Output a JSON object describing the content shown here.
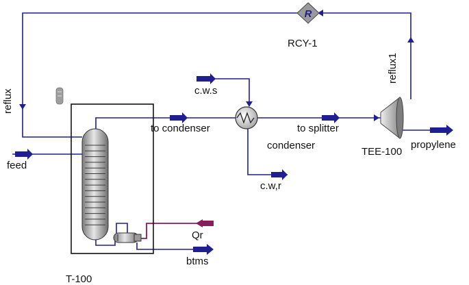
{
  "colors": {
    "stream": "#1f1f8f",
    "energy": "#8b1a5c",
    "equipment_fill": "#b8b8b8",
    "recycle_fill": "#9a9a9a",
    "frame": "#111111"
  },
  "labels": {
    "recycle": "RCY-1",
    "recycle_symbol": "R",
    "reflux": "reflux",
    "reflux1": "reflux1",
    "feed": "feed",
    "to_condenser": "to condenser",
    "cws": "c.w.s",
    "cwr": "c.w,r",
    "to_splitter": "to splitter",
    "condenser": "condenser",
    "tee": "TEE-100",
    "propylene": "propylene",
    "qr": "Qr",
    "btms": "btms",
    "column": "T-100"
  },
  "icons": {
    "column": "distillation-column-icon",
    "reboiler": "reboiler-icon",
    "condenser": "heat-exchanger-icon",
    "tee": "tee-splitter-icon",
    "recycle": "recycle-block-icon",
    "spreadsheet": "spreadsheet-icon"
  }
}
